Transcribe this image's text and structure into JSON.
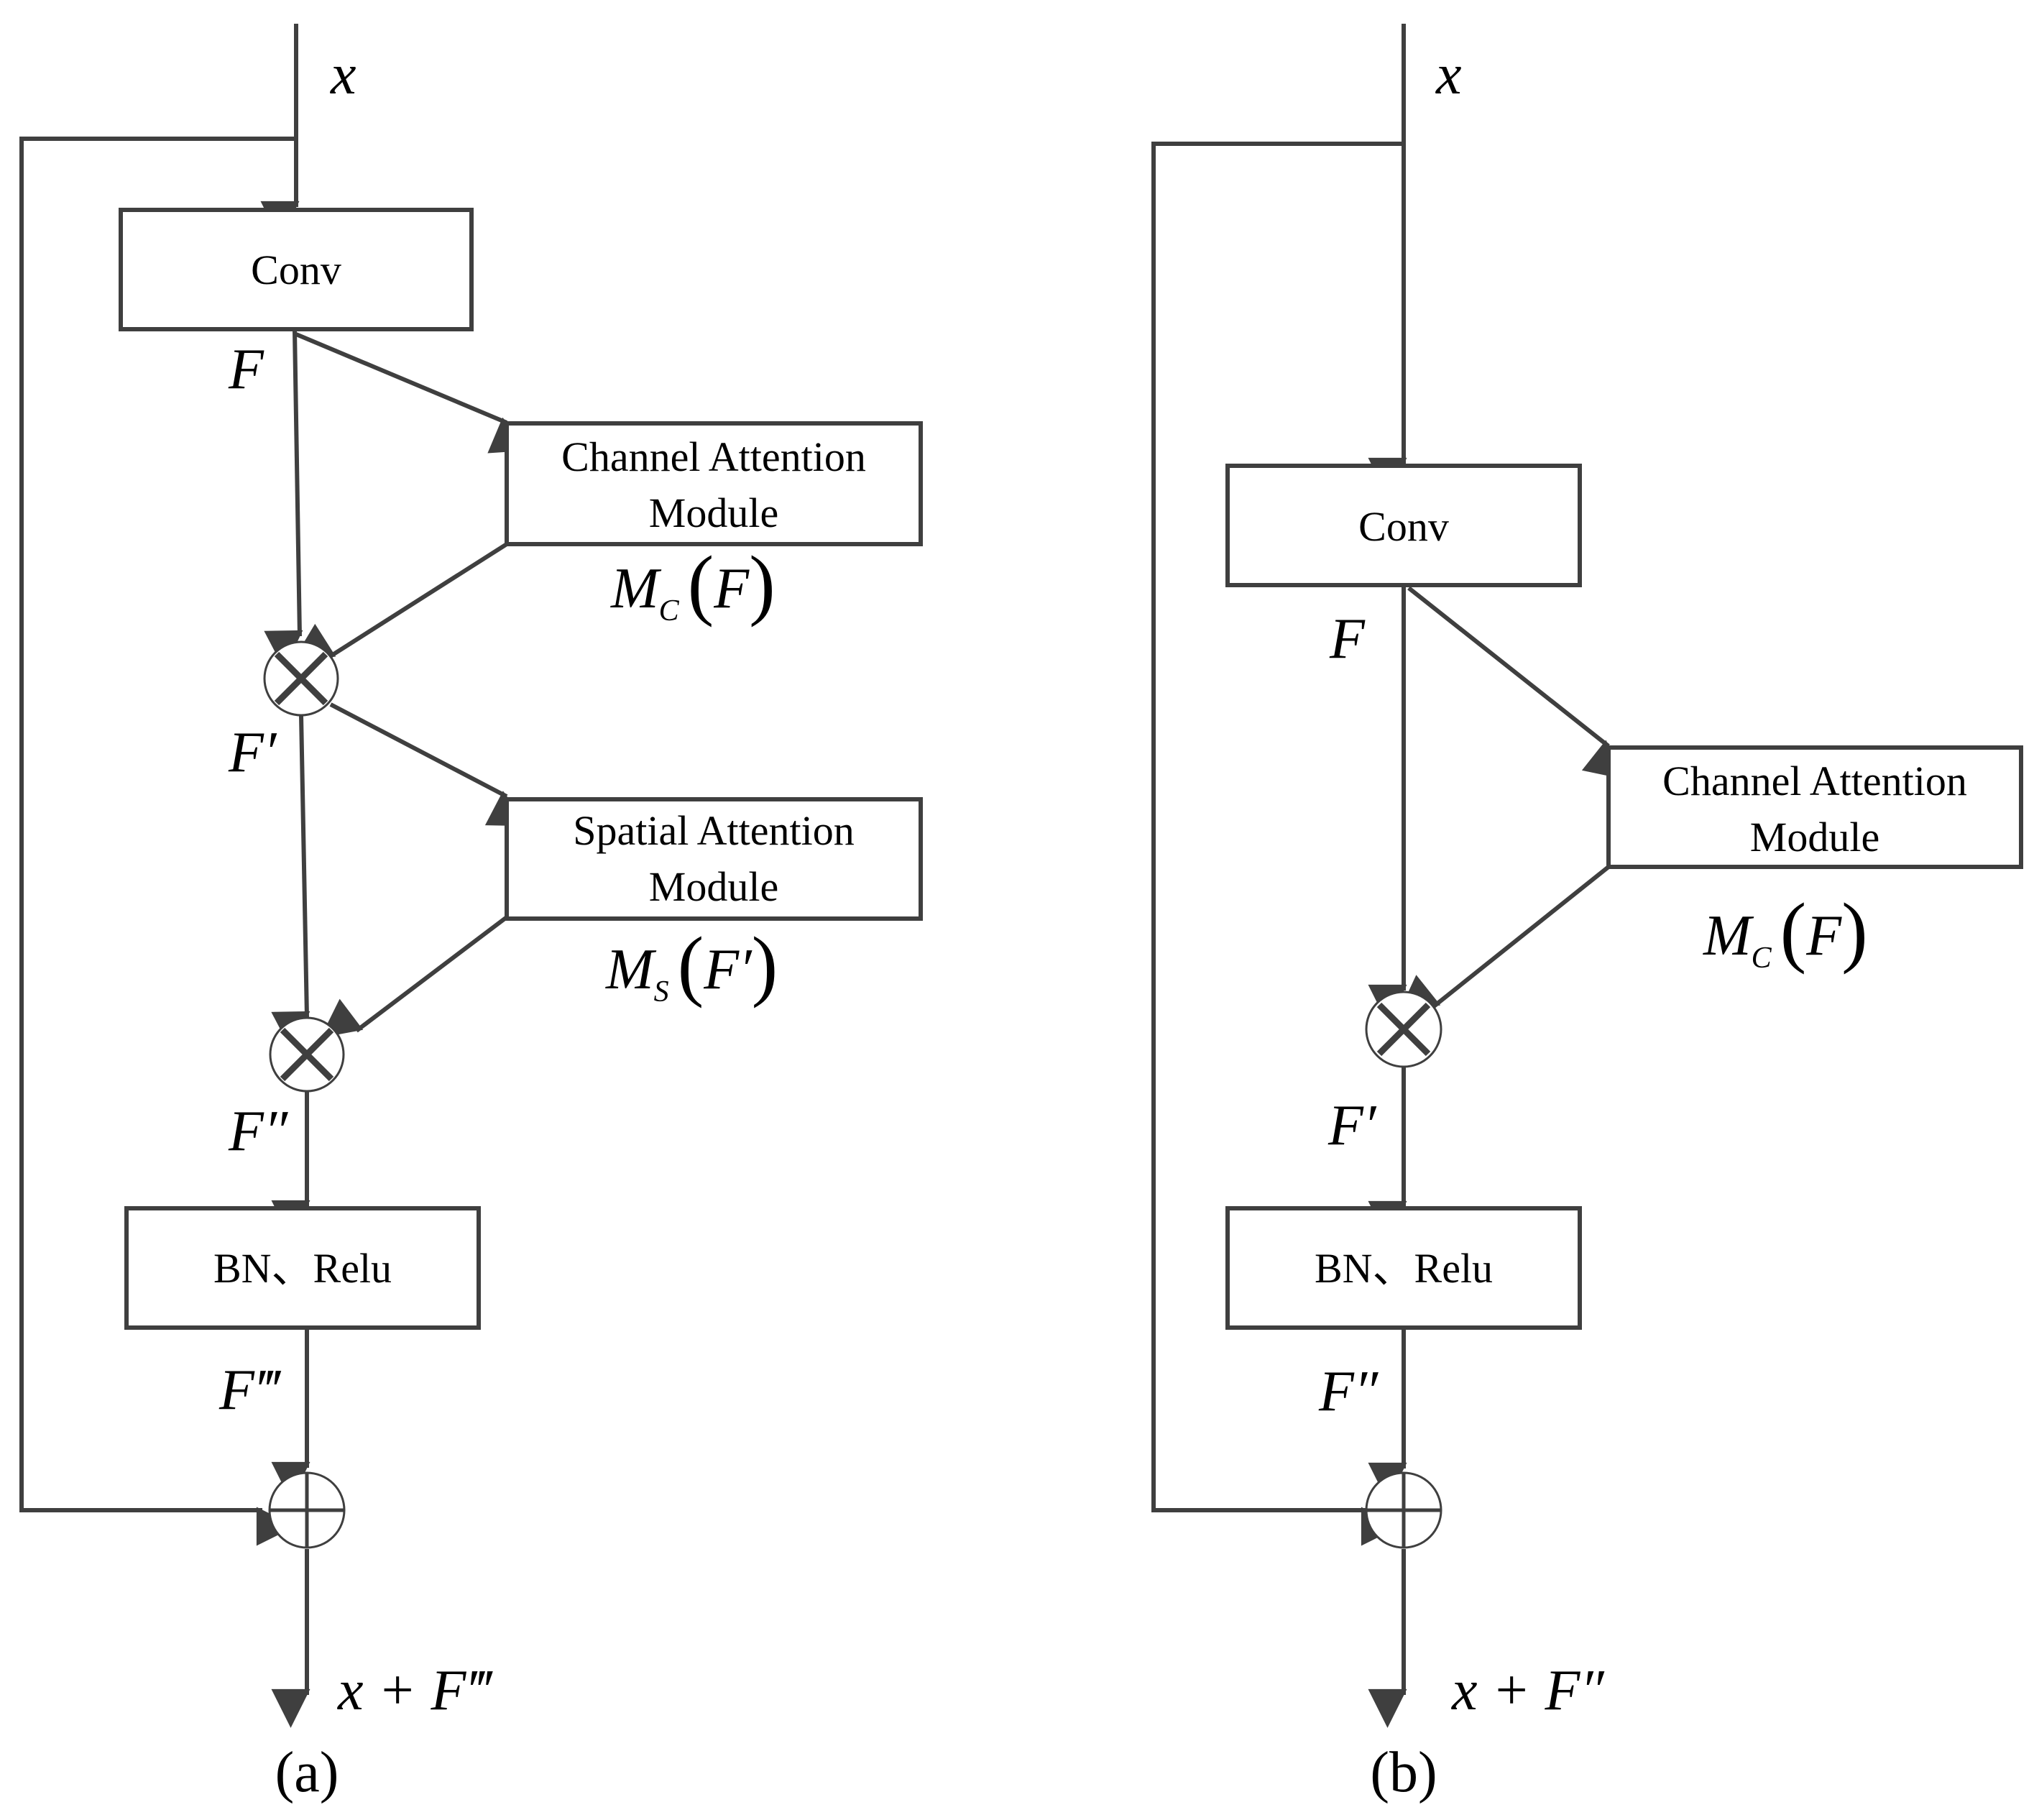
{
  "panel_a": {
    "input_label": "x",
    "conv_label": "Conv",
    "f_label": "F",
    "cam_label_line1": "Channel Attention",
    "cam_label_line2": "Module",
    "mc_label": "M",
    "mc_sub": "C",
    "mc_arg": "F",
    "fprime_label": "F′",
    "sam_label_line1": "Spatial Attention",
    "sam_label_line2": "Module",
    "ms_label": "M",
    "ms_sub": "S",
    "ms_arg": "F′",
    "fdouble_label": "F″",
    "bn_label": "BN、Relu",
    "ftriple_label": "F‴",
    "output_label": "x + F‴",
    "caption": "(a)"
  },
  "panel_b": {
    "input_label": "x",
    "conv_label": "Conv",
    "f_label": "F",
    "cam_label_line1": "Channel Attention",
    "cam_label_line2": "Module",
    "mc_label": "M",
    "mc_sub": "C",
    "mc_arg": "F",
    "fprime_label": "F′",
    "bn_label": "BN、Relu",
    "fdouble_label": "F″",
    "output_label": "x + F″",
    "caption": "(b)"
  },
  "colors": {
    "stroke": "#3f3f3f",
    "text": "#000000",
    "background": "#ffffff"
  }
}
